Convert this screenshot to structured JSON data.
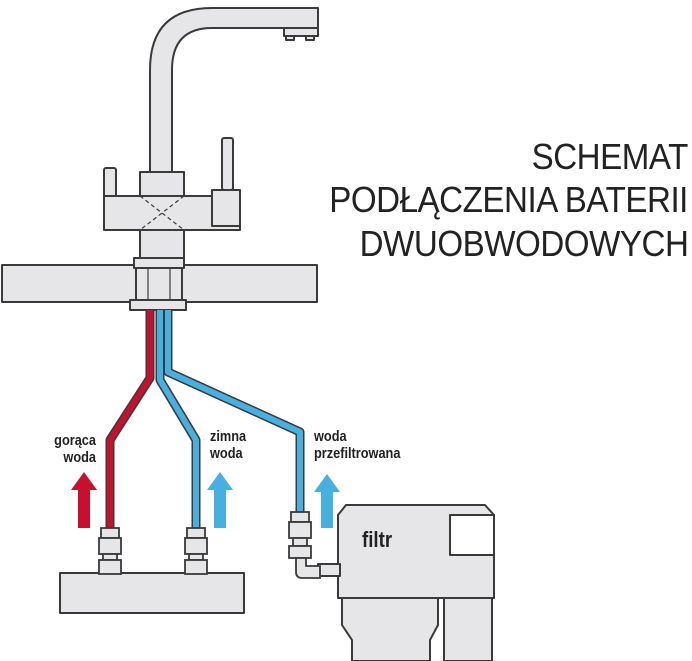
{
  "title": {
    "line1": "SCHEMAT",
    "line2": "PODŁĄCZENIA BATERII",
    "line3": "DWUOBWODOWYCH"
  },
  "labels": {
    "hot": {
      "line1": "gorąca",
      "line2": "woda"
    },
    "cold": {
      "line1": "zimna",
      "line2": "woda"
    },
    "filtered": {
      "line1": "woda",
      "line2": "przefiltrowana"
    },
    "filter": "filtr"
  },
  "colors": {
    "hot": "#c8102e",
    "cold": "#46b1e1",
    "outline": "#3a3a3a",
    "fill": "#e6e6e8"
  },
  "icons": {
    "hot_arrow": "arrow-up-icon",
    "cold_arrow": "arrow-up-icon",
    "filtered_arrow": "arrow-up-icon"
  }
}
